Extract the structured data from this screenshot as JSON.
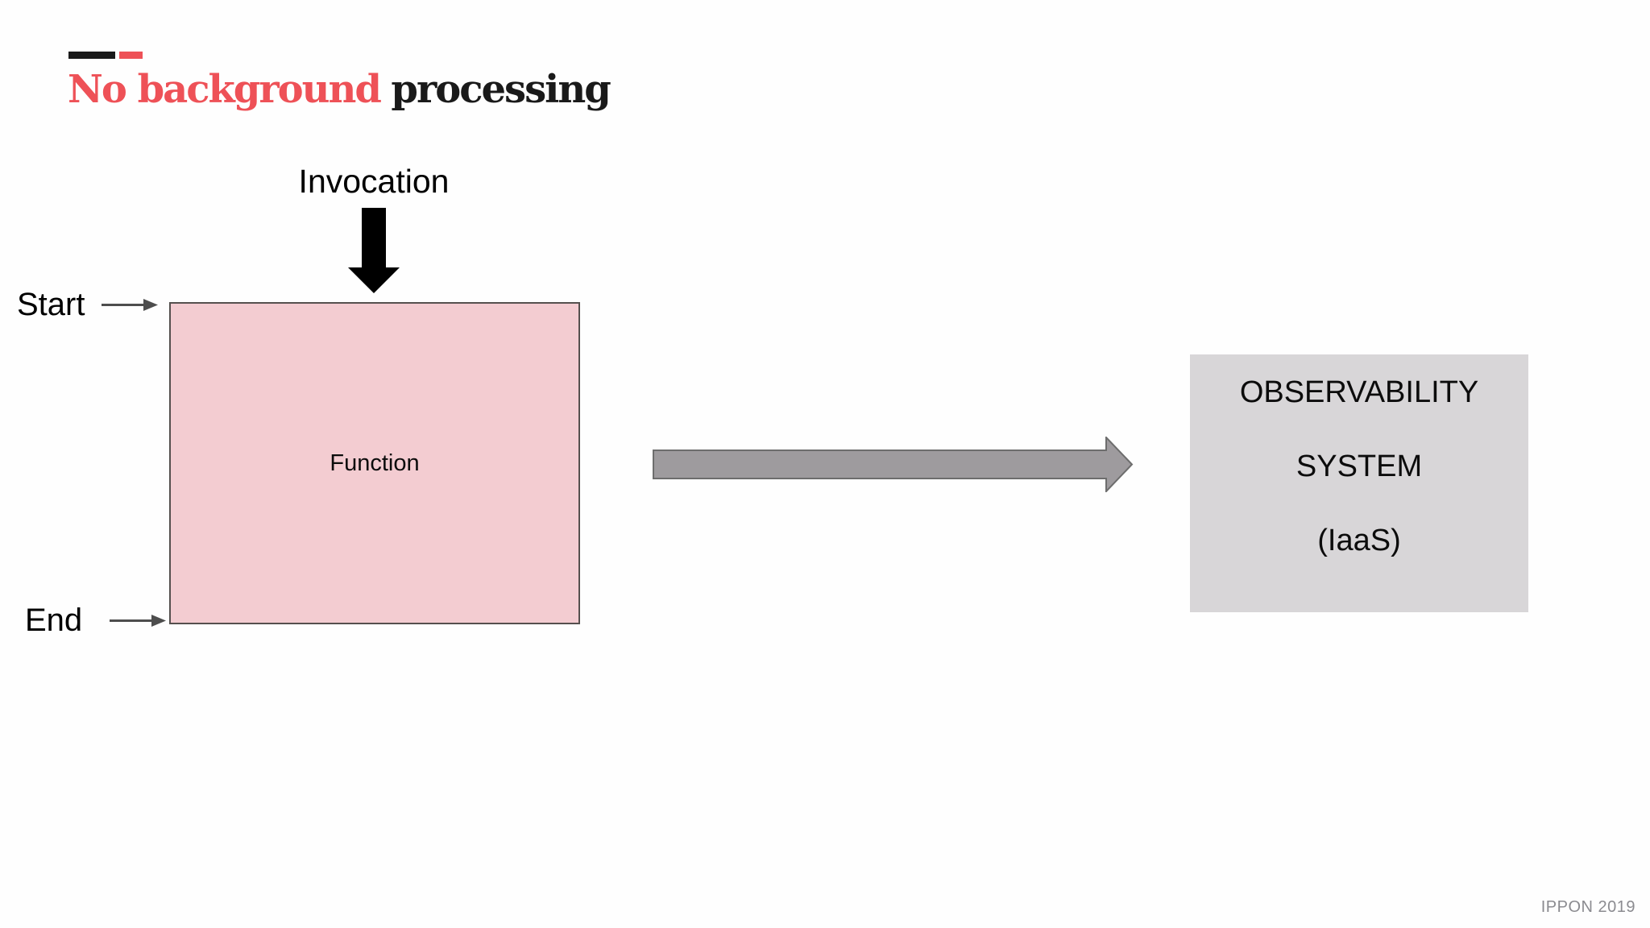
{
  "title": {
    "accent_text": "No background",
    "normal_text": "processing"
  },
  "diagram": {
    "invocation_label": "Invocation",
    "start_label": "Start",
    "end_label": "End",
    "function_box": {
      "label": "Function"
    },
    "observability_box": {
      "lines": [
        "OBSERVABILITY",
        "SYSTEM",
        "(IaaS)"
      ]
    },
    "icons": {
      "invocation_arrow": "down-arrow",
      "start_pointer": "right-arrow",
      "end_pointer": "right-arrow",
      "flow_arrow": "right-arrow"
    }
  },
  "footer": {
    "credit": "IPPON 2019"
  },
  "colors": {
    "accent_red": "#ee5157",
    "title_black": "#1a1a1a",
    "function_fill": "#f3ccd1",
    "function_border": "#55504e",
    "observability_fill": "#d8d6d8",
    "flow_arrow_fill": "#9e9b9e",
    "flow_arrow_border": "#6d6d6d",
    "pointer_arrow_gray": "#4d4d4d",
    "invocation_arrow_black": "#000000",
    "footer_gray": "#8b8b90",
    "background": "#fefefe"
  }
}
